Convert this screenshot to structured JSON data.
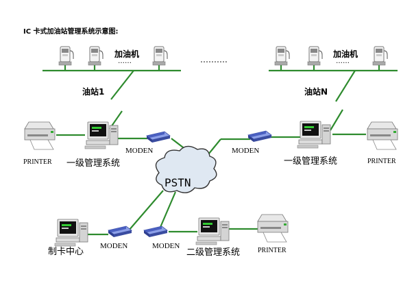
{
  "title": "IC 卡式加油站管理系统示意图:",
  "dots_middle": "……….",
  "station1": {
    "pump_label": "加油机",
    "dots": "……",
    "name": "油站1"
  },
  "stationN": {
    "pump_label": "加油机",
    "dots": "……",
    "name": "油站N"
  },
  "left_center": {
    "printer": "PRINTER",
    "modem": "MODEN",
    "name": "一级管理系统"
  },
  "right_center": {
    "printer": "PRINTER",
    "modem": "MODEN",
    "name": "一级管理系统"
  },
  "network": {
    "name": "PSTN"
  },
  "card_center": {
    "name": "制卡中心",
    "modem": "MODEN"
  },
  "second_level": {
    "modem": "MODEN",
    "name": "二级管理系统",
    "printer": "PRINTER"
  },
  "colors": {
    "link": "#2e8b2e",
    "modem": "#4a5fc0",
    "cloud": "#dfe8f2"
  }
}
